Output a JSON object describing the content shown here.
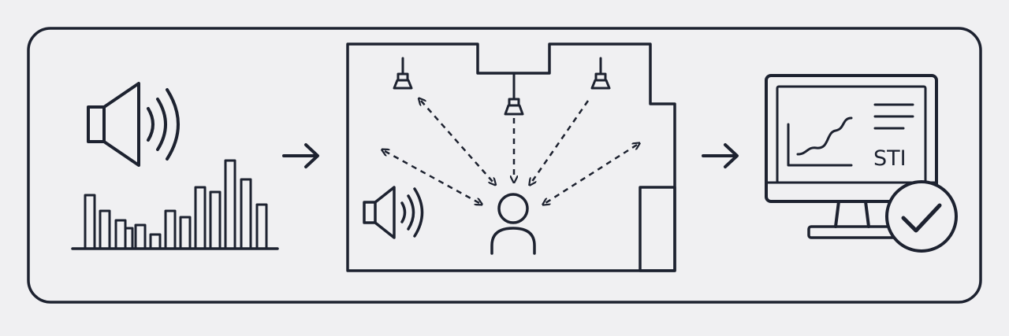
{
  "colors": {
    "background": "#f0f0f2",
    "ink": "#1d2230"
  },
  "steps": [
    {
      "name": "signal-source",
      "icons": [
        "speaker-icon",
        "spectrum-bars-icon"
      ]
    },
    {
      "name": "room-propagation",
      "icons": [
        "ceiling-speaker-icon",
        "speaker-icon",
        "listener-icon"
      ]
    },
    {
      "name": "sti-measurement",
      "icons": [
        "monitor-icon",
        "check-badge-icon"
      ]
    }
  ],
  "monitor": {
    "label": "STI"
  }
}
